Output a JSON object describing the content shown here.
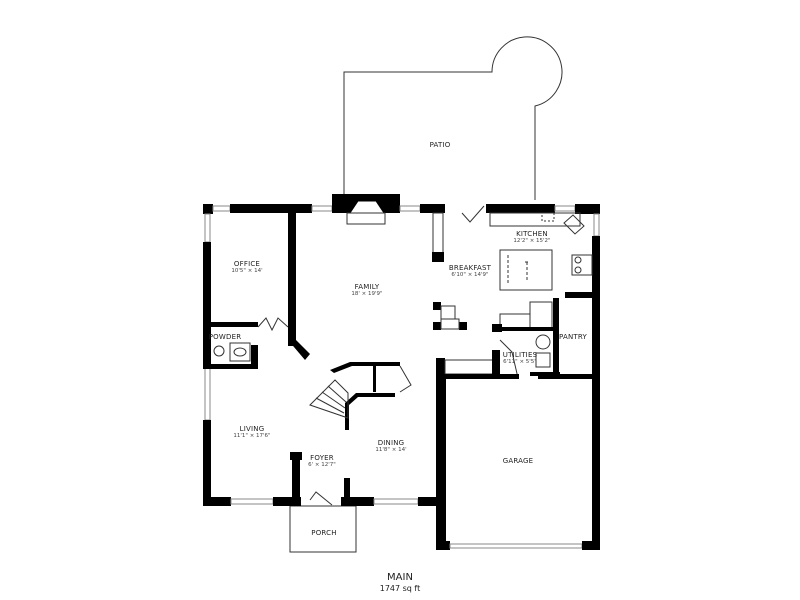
{
  "plan": {
    "level": "MAIN",
    "area": "1747 sq ft",
    "rooms": {
      "patio": {
        "name": "PATIO"
      },
      "kitchen": {
        "name": "KITCHEN",
        "size": "12'2\" × 15'2\""
      },
      "breakfast": {
        "name": "BREAKFAST",
        "size": "6'10\" × 14'9\""
      },
      "office": {
        "name": "OFFICE",
        "size": "10'5\" × 14'"
      },
      "family": {
        "name": "FAMILY",
        "size": "18' × 19'9\""
      },
      "powder": {
        "name": "POWDER"
      },
      "pantry": {
        "name": "PANTRY"
      },
      "utilities": {
        "name": "UTILITIES",
        "size": "6'11\" × 5'5\""
      },
      "living": {
        "name": "LIVING",
        "size": "11'1\" × 17'6\""
      },
      "dining": {
        "name": "DINING",
        "size": "11'8\" × 14'"
      },
      "foyer": {
        "name": "FOYER",
        "size": "6' × 12'7\""
      },
      "garage": {
        "name": "GARAGE"
      },
      "porch": {
        "name": "PORCH"
      }
    }
  }
}
